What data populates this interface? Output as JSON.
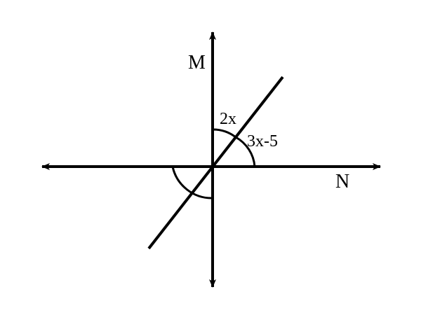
{
  "labels": {
    "line_m": "M",
    "line_n": "N",
    "angle_upper": "2x",
    "angle_right": "3x-5"
  },
  "colors": {
    "stroke": "#000000",
    "background": "#ffffff"
  }
}
